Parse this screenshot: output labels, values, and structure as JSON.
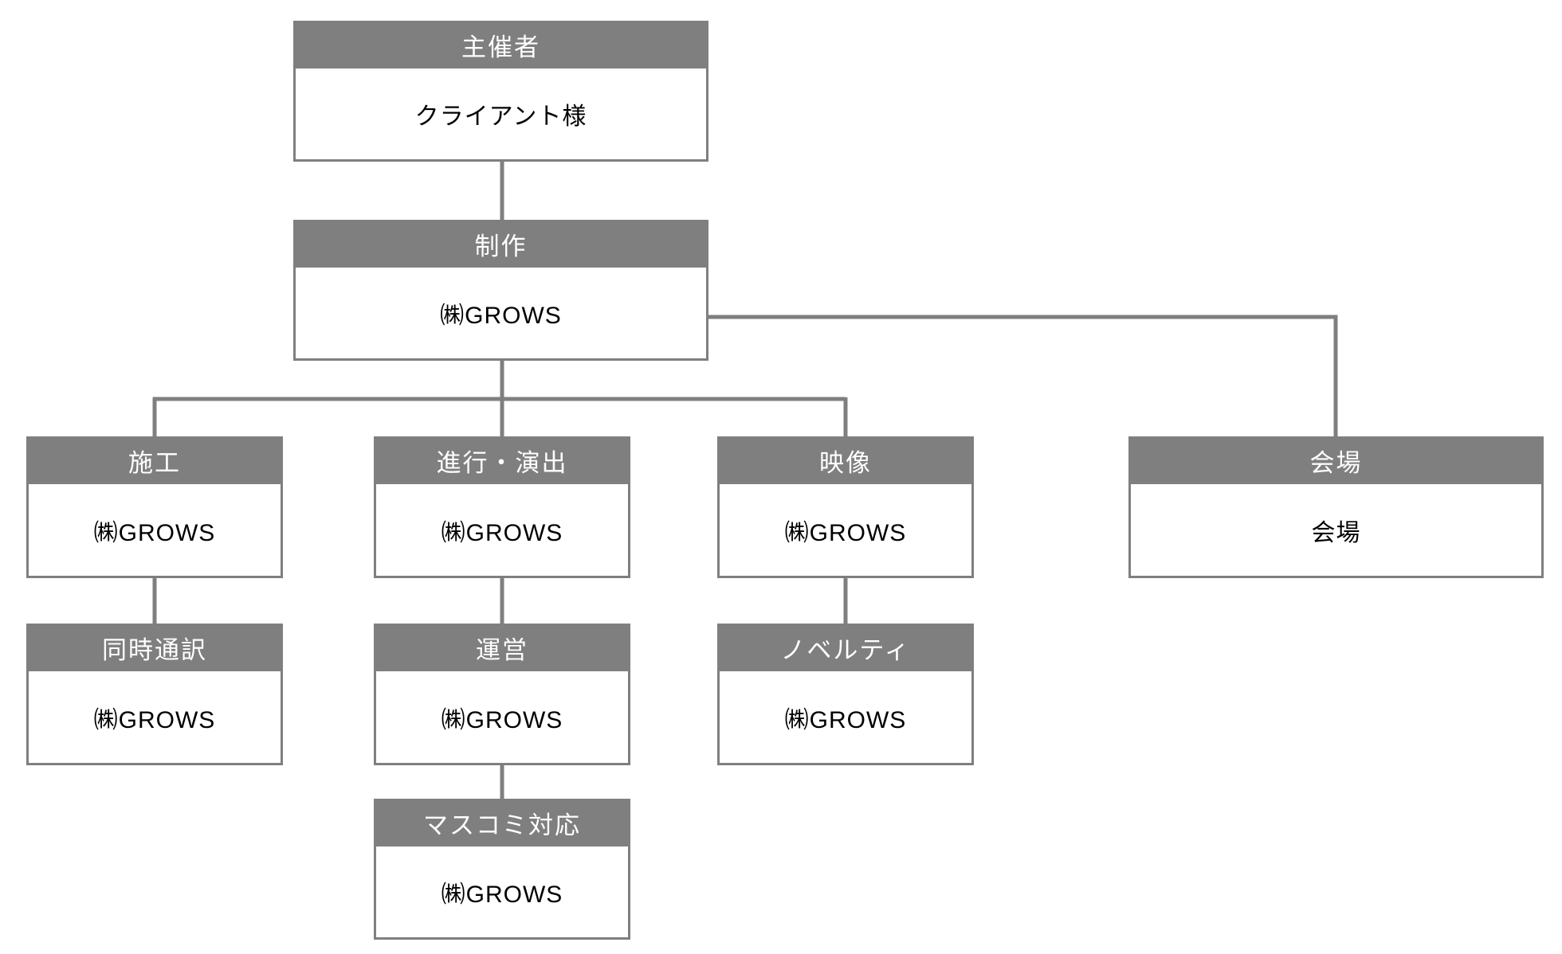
{
  "diagram": {
    "colors": {
      "header_bg": "#7f7f7f",
      "header_text": "#ffffff",
      "body_bg": "#ffffff",
      "body_text": "#000000",
      "border": "#7f7f7f",
      "connector": "#7f7f7f"
    },
    "nodes": {
      "organizer": {
        "title": "主催者",
        "body": "クライアント様"
      },
      "production": {
        "title": "制作",
        "body": "㈱GROWS"
      },
      "construction": {
        "title": "施工",
        "body": "㈱GROWS"
      },
      "direction": {
        "title": "進行・演出",
        "body": "㈱GROWS"
      },
      "video": {
        "title": "映像",
        "body": "㈱GROWS"
      },
      "venue": {
        "title": "会場",
        "body": "会場"
      },
      "interpretation": {
        "title": "同時通訳",
        "body": "㈱GROWS"
      },
      "operation": {
        "title": "運営",
        "body": "㈱GROWS"
      },
      "novelty": {
        "title": "ノベルティ",
        "body": "㈱GROWS"
      },
      "media": {
        "title": "マスコミ対応",
        "body": "㈱GROWS"
      }
    },
    "edges": [
      {
        "from": "organizer",
        "to": "production"
      },
      {
        "from": "production",
        "to": "construction"
      },
      {
        "from": "production",
        "to": "direction"
      },
      {
        "from": "production",
        "to": "video"
      },
      {
        "from": "production",
        "to": "venue"
      },
      {
        "from": "construction",
        "to": "interpretation"
      },
      {
        "from": "direction",
        "to": "operation"
      },
      {
        "from": "video",
        "to": "novelty"
      },
      {
        "from": "operation",
        "to": "media"
      }
    ]
  }
}
